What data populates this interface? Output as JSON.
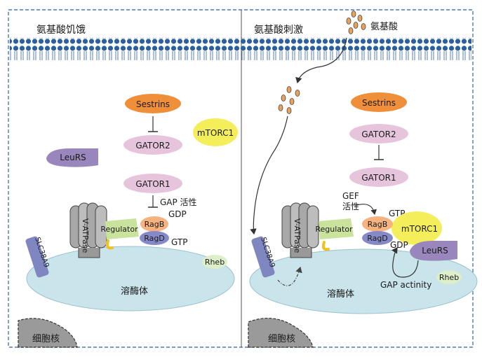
{
  "left_panel": {
    "title": "氨基酸饥饿",
    "sestrins": "Sestrins",
    "gator2": "GATOR2",
    "gator1": "GATOR1",
    "mtorc1": "mTORC1",
    "leurs": "LeuRS",
    "gap_label": "GAP 活性",
    "gdp": "GDP",
    "gtp": "GTP",
    "ragb": "RagB",
    "ragd": "RagD",
    "regulator": "Regulator",
    "vatpase": "V-ATPase",
    "slc38a9": "SLC38A9",
    "rheb": "Rheb",
    "lysosome": "溶酶体",
    "nucleus": "细胞核"
  },
  "right_panel": {
    "title": "氨基酸刺激",
    "amino_acid": "氨基酸",
    "sestrins": "Sestrins",
    "gator2": "GATOR2",
    "gator1": "GATOR1",
    "gef_label": "GEF",
    "gef_activity": "活性",
    "gtp": "GTP",
    "gdp": "GDP",
    "ragb": "RagB",
    "ragd": "RagD",
    "mtorc1": "mTORC1",
    "leurs": "LeuRS",
    "gap_activity": "GAP actinity",
    "rheb": "Rheb",
    "regulator": "Regulator",
    "vatpase": "V-ATPase",
    "slc38a9": "SLC38A9",
    "lysosome": "溶酶体",
    "nucleus": "细胞核"
  },
  "colors": {
    "sestrins": "#ef8f3a",
    "gator": "#e6c5dc",
    "mtorc1": "#f3ee5a",
    "leurs": "#9886bd",
    "ragb": "#f6b27f",
    "ragd": "#8589c8",
    "regulator": "#c9e39d",
    "lysosome": "#c9e4ea",
    "nucleus": "#9a9a9a",
    "slc": "#7f86c0",
    "rheb": "#dcefc9",
    "membrane": "#2c5f9e",
    "frame": "#4a78b8"
  }
}
